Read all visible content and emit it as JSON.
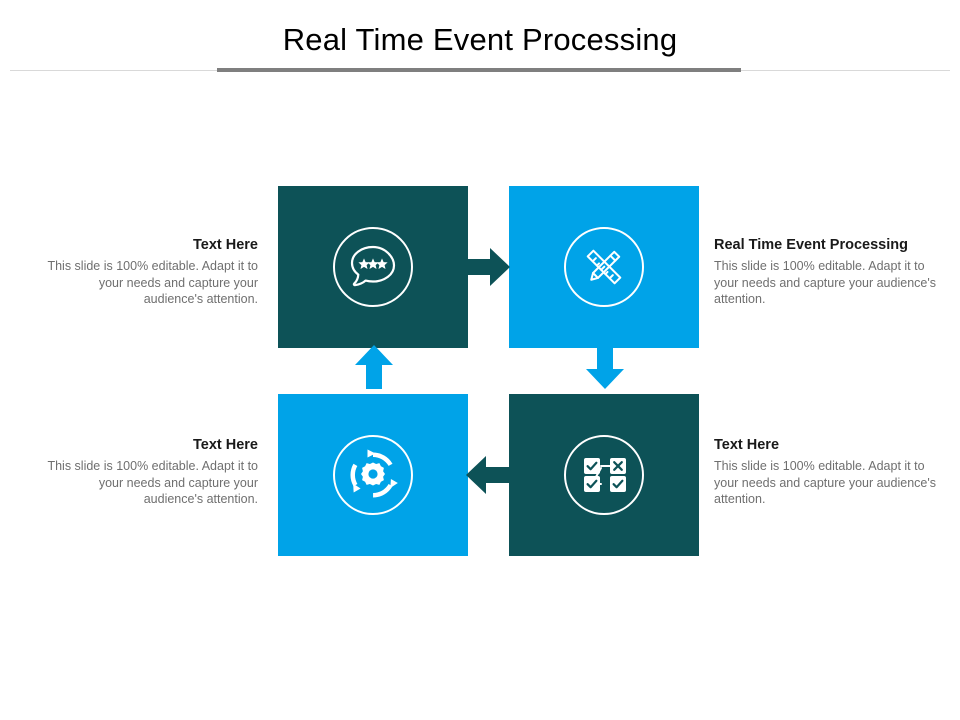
{
  "slide": {
    "title": "Real Time Event Processing",
    "colors": {
      "teal": "#0d5257",
      "blue": "#00a3e8",
      "title_rule_dark": "#7f7f7f",
      "title_rule_light": "#d9d9d9",
      "body_text": "#6f6f6f",
      "heading_text": "#1a1a1a"
    }
  },
  "diagram": {
    "type": "cycle",
    "nodes": [
      {
        "id": "top-left",
        "fill": "teal",
        "icon": "speech-bubble-stars-icon",
        "text": {
          "heading": "Text Here",
          "body": "This slide is 100% editable. Adapt it to your needs and capture your audience's attention.",
          "align": "right",
          "side": "left"
        }
      },
      {
        "id": "top-right",
        "fill": "blue",
        "icon": "pencil-ruler-icon",
        "text": {
          "heading": "Real Time Event Processing",
          "body": "This slide is 100% editable. Adapt it to your needs and capture your audience's attention.",
          "align": "left",
          "side": "right"
        }
      },
      {
        "id": "bottom-right",
        "fill": "teal",
        "icon": "workflow-checkboxes-icon",
        "text": {
          "heading": "Text Here",
          "body": "This slide is 100% editable. Adapt it to your needs and capture your audience's attention.",
          "align": "left",
          "side": "right"
        }
      },
      {
        "id": "bottom-left",
        "fill": "blue",
        "icon": "gear-cycle-arrows-icon",
        "text": {
          "heading": "Text Here",
          "body": "This slide is 100% editable. Adapt it to your needs and capture your audience's attention.",
          "align": "right",
          "side": "left"
        }
      }
    ],
    "connectors": [
      {
        "id": "top-left-to-top-right",
        "direction": "right",
        "color": "#0d5257"
      },
      {
        "id": "top-right-to-bottom-right",
        "direction": "down",
        "color": "#00a3e8"
      },
      {
        "id": "bottom-right-to-bottom-left",
        "direction": "left",
        "color": "#0d5257"
      },
      {
        "id": "bottom-left-to-top-left",
        "direction": "up",
        "color": "#00a3e8"
      }
    ]
  }
}
